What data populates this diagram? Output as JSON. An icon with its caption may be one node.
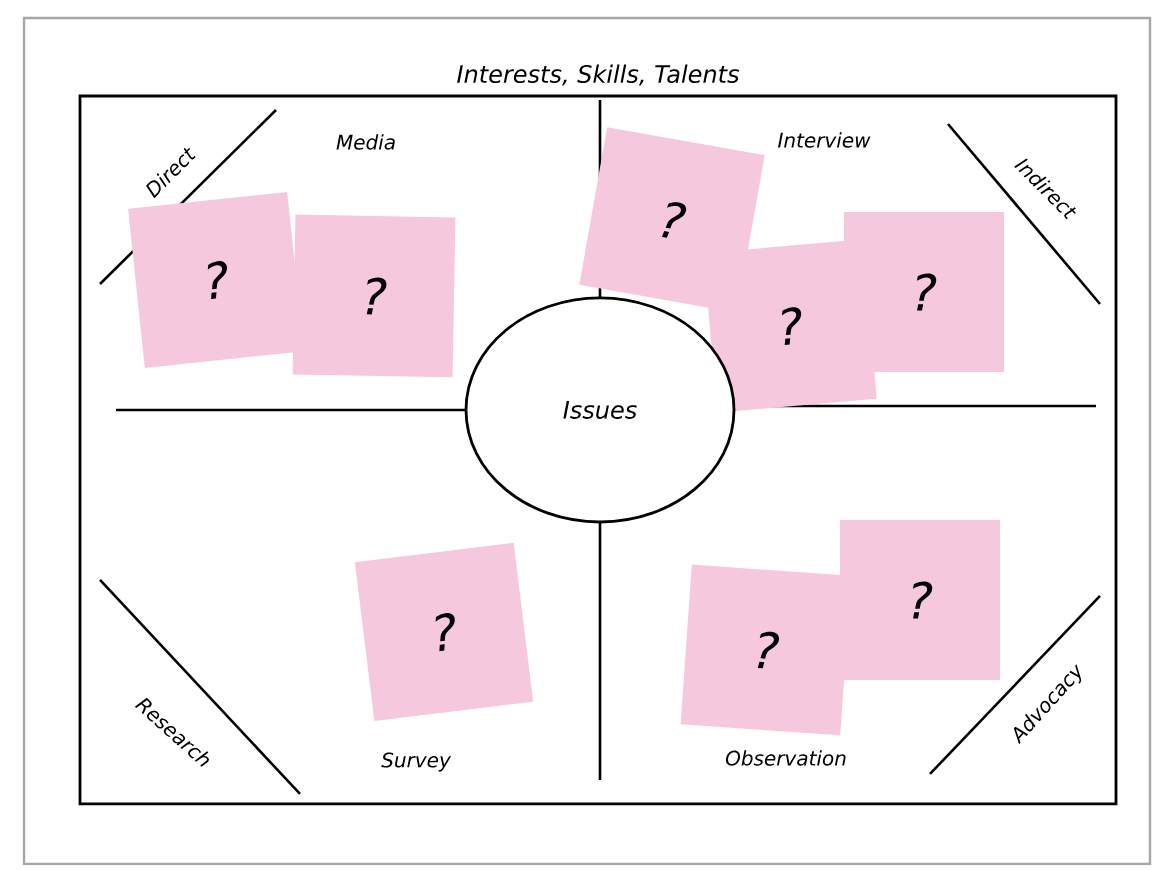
{
  "diagram": {
    "nodes": [
      {
        "text": [
          "Interests, Skills, Talents"
        ]
      },
      {
        "text": [
          "?"
        ],
        "in": 0
      },
      {
        "text": [
          "?"
        ],
        "in": 0
      },
      {
        "text": [
          "?"
        ],
        "in": 0
      },
      {
        "text": [
          "?"
        ],
        "in": 0
      },
      {
        "text": [
          "?"
        ],
        "in": 0
      },
      {
        "text": [
          "Issues"
        ],
        "in": 0
      },
      {
        "text": [
          "?"
        ],
        "in": 0
      },
      {
        "text": [
          "?"
        ],
        "in": 0
      },
      {
        "text": [
          "?"
        ],
        "in": 0
      }
    ],
    "labels": [
      "Direct",
      "Media",
      "Interview",
      "Indirect",
      "Research",
      "Survey",
      "Observation",
      "Advocacy"
    ]
  }
}
